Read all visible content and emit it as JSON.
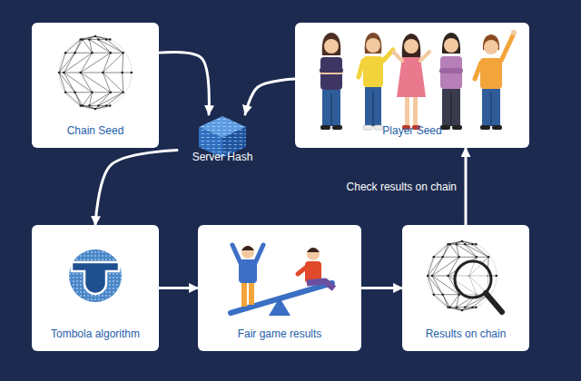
{
  "diagram": {
    "nodes": [
      {
        "text": [
          "Chain Seed"
        ]
      },
      {
        "text": [
          "Player Seed"
        ]
      },
      {
        "text": [
          "Server Hash"
        ]
      },
      {
        "text": [
          "Tombola algorithm"
        ]
      },
      {
        "text": [
          "Fair game results"
        ]
      },
      {
        "text": [
          "Results on chain"
        ]
      }
    ],
    "edges": [
      {
        "from": 0,
        "to": 2,
        "arrow": "to"
      },
      {
        "from": 1,
        "to": 2,
        "arrow": "to"
      },
      {
        "from": 2,
        "to": 3,
        "arrow": "to"
      },
      {
        "from": 3,
        "to": 4,
        "arrow": "to"
      },
      {
        "from": 4,
        "to": 5,
        "arrow": "to"
      },
      {
        "from": 5,
        "to": 1,
        "label": "Check results on chain",
        "arrow": "to"
      }
    ]
  }
}
